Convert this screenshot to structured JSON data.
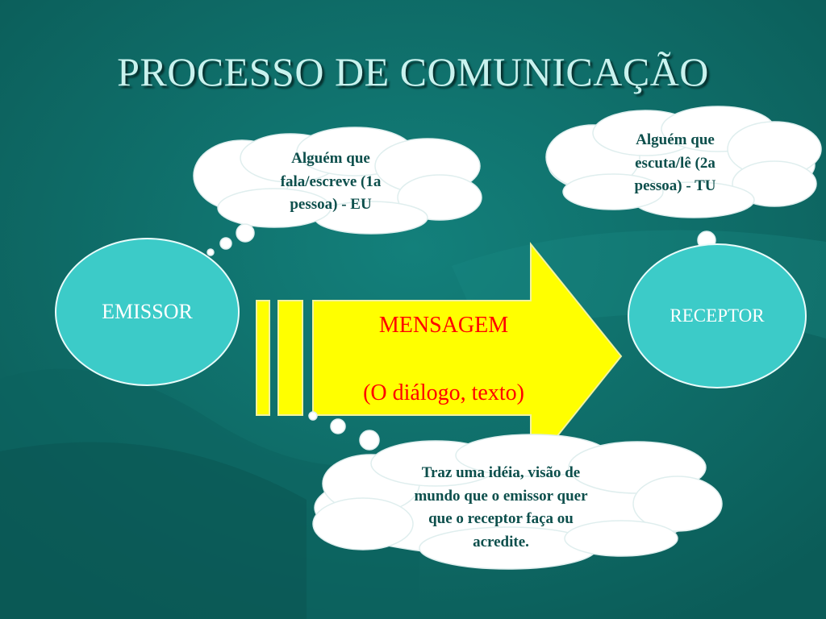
{
  "slide": {
    "title": "PROCESSO DE COMUNICAÇÃO",
    "emissor": {
      "label": "EMISSOR"
    },
    "receptor": {
      "label": "RECEPTOR"
    },
    "mensagem": {
      "title": "MENSAGEM",
      "subtitle": "(O diálogo, texto)"
    },
    "clouds": {
      "emissor_desc": [
        "Alguém que",
        "fala/escreve (1a",
        "pessoa) - EU"
      ],
      "receptor_desc": [
        "Alguém que",
        "escuta/lê (2a",
        "pessoa) - TU"
      ],
      "mensagem_desc": [
        "Traz uma idéia, visão de",
        "mundo que o emissor quer",
        "que o receptor faça ou",
        "acredite."
      ]
    }
  },
  "colors": {
    "background": "#0f6e6a",
    "ellipse_fill": "#3ccbc8",
    "arrow_fill": "#ffff00",
    "message_text": "#ff0000",
    "cloud_fill": "#ffffff",
    "title_text": "#c9f2ee"
  }
}
